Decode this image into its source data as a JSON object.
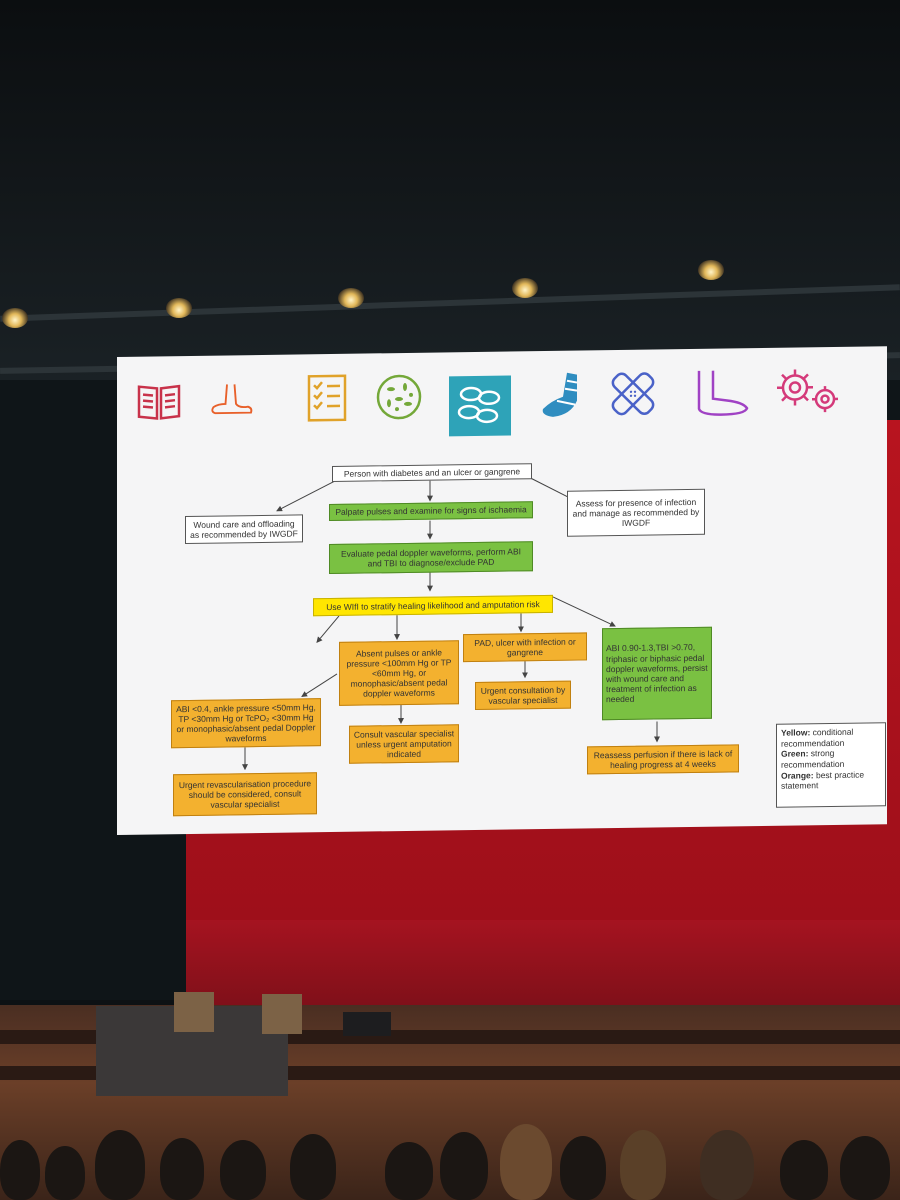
{
  "slide": {
    "icons": [
      "book-icon",
      "foot-outline-icon",
      "checklist-icon",
      "bacteria-icon",
      "blood-cells-icon",
      "bandaged-foot-icon",
      "bandage-cross-icon",
      "foot-icon",
      "gears-icon"
    ],
    "colors": {
      "green": "#7ac142",
      "yellow": "#ffe600",
      "orange": "#f3b12f"
    },
    "boxes": {
      "person": "Person with diabetes and an ulcer or gangrene",
      "wound_care": "Wound care and offloading as recommended by IWGDF",
      "palpate": "Palpate pulses and examine for signs of ischaemia",
      "infection": "Assess for presence of infection and manage  as recommended by IWGDF",
      "evaluate": "Evaluate pedal doppler waveforms, perform ABI and TBI to diagnose/exclude PAD",
      "wifi": "Use WIfI to stratify healing likelihood and amputation risk",
      "absent": "Absent pulses or ankle pressure <100mm Hg or TP <60mm Hg, or monophasic/absent pedal doppler waveforms",
      "pad_infection": "PAD, ulcer with infection or gangrene",
      "abi_normal": "ABI 0.90-1.3,TBI >0.70, triphasic or biphasic pedal doppler waveforms, persist with wound care and treatment of infection as needed",
      "abi_low": "ABI <0.4, ankle pressure <50mm Hg, TP <30mm Hg or TcPO₂ <30mm Hg or monophasic/absent pedal Doppler waveforms",
      "consult": "Consult vascular specialist unless urgent amputation indicated",
      "urgent_consult": "Urgent consultation by vascular specialist",
      "reassess": "Reassess perfusion if there is lack of healing progress at 4 weeks",
      "revasc": "Urgent revascularisation procedure should be considered, consult vascular specialist"
    },
    "legend": {
      "yellow_label": "Yellow:",
      "yellow_text": "conditional recommendation",
      "green_label": "Green:",
      "green_text": "strong recommendation",
      "orange_label": "Orange:",
      "orange_text": "best practice statement"
    }
  }
}
